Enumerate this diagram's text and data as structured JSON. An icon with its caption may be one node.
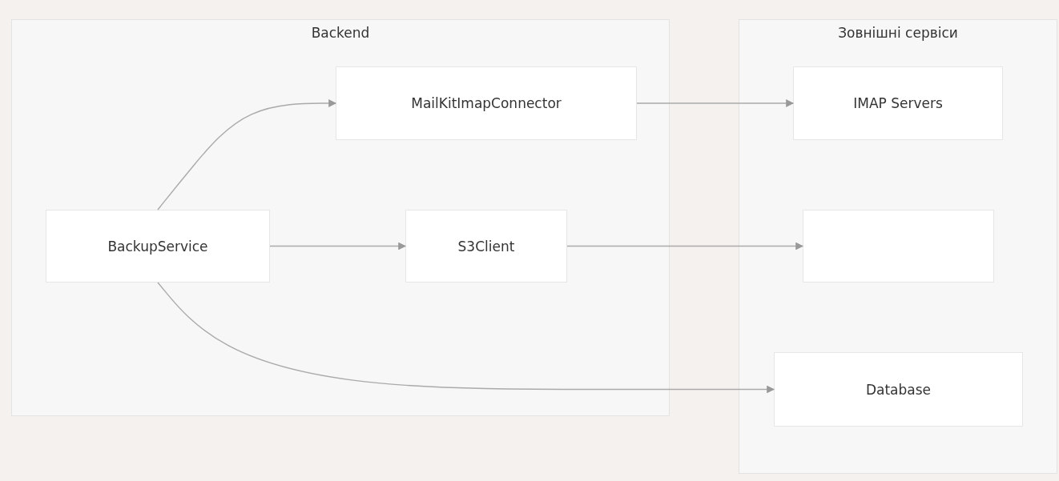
{
  "diagram": {
    "nodes": [
      {
        "text": [
          "Backend"
        ]
      },
      {
        "text": [
          "MailKitImapConnector"
        ],
        "in": 0
      },
      {
        "text": [
          "BackupService"
        ],
        "in": 0
      },
      {
        "text": [
          "S3Client"
        ],
        "in": 0
      },
      {
        "text": [
          "Зовнішні сервіси"
        ]
      },
      {
        "text": [
          "IMAP Servers"
        ],
        "in": 4
      },
      {
        "text": [],
        "shape": "box",
        "in": 4
      },
      {
        "text": [
          "Database"
        ],
        "in": 4
      }
    ],
    "edges": [
      {
        "from": 2,
        "to": 1,
        "arrow": "to"
      },
      {
        "from": 2,
        "to": 3,
        "arrow": "to"
      },
      {
        "from": 1,
        "to": 5,
        "arrow": "to"
      },
      {
        "from": 3,
        "to": 6,
        "arrow": "to"
      },
      {
        "from": 2,
        "to": 7,
        "arrow": "to"
      }
    ]
  }
}
